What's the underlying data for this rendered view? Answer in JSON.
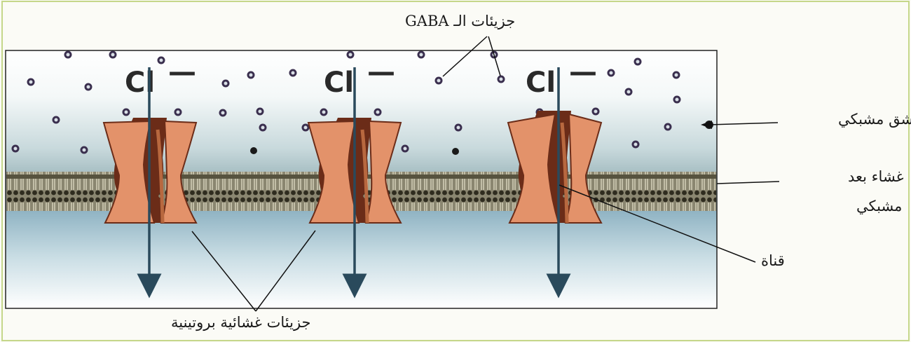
{
  "labels": {
    "gaba_molecules": "جزيئات الـ GABA",
    "synaptic_cleft": "شق مشبكي",
    "postsynaptic_membrane_line1": "غشاء بعد",
    "postsynaptic_membrane_line2": "مشبكي",
    "channel": "قناة",
    "membrane_proteins": "جزيئات غشائية بروتينية"
  },
  "ion_symbol": "Cl",
  "ion_charge": "—",
  "colors": {
    "frame_border": "#c5d78a",
    "protein": "#e3926a",
    "protein_dark": "#6b2c18",
    "arrow": "#2a4a5c",
    "membrane": "#3d3a2a"
  }
}
